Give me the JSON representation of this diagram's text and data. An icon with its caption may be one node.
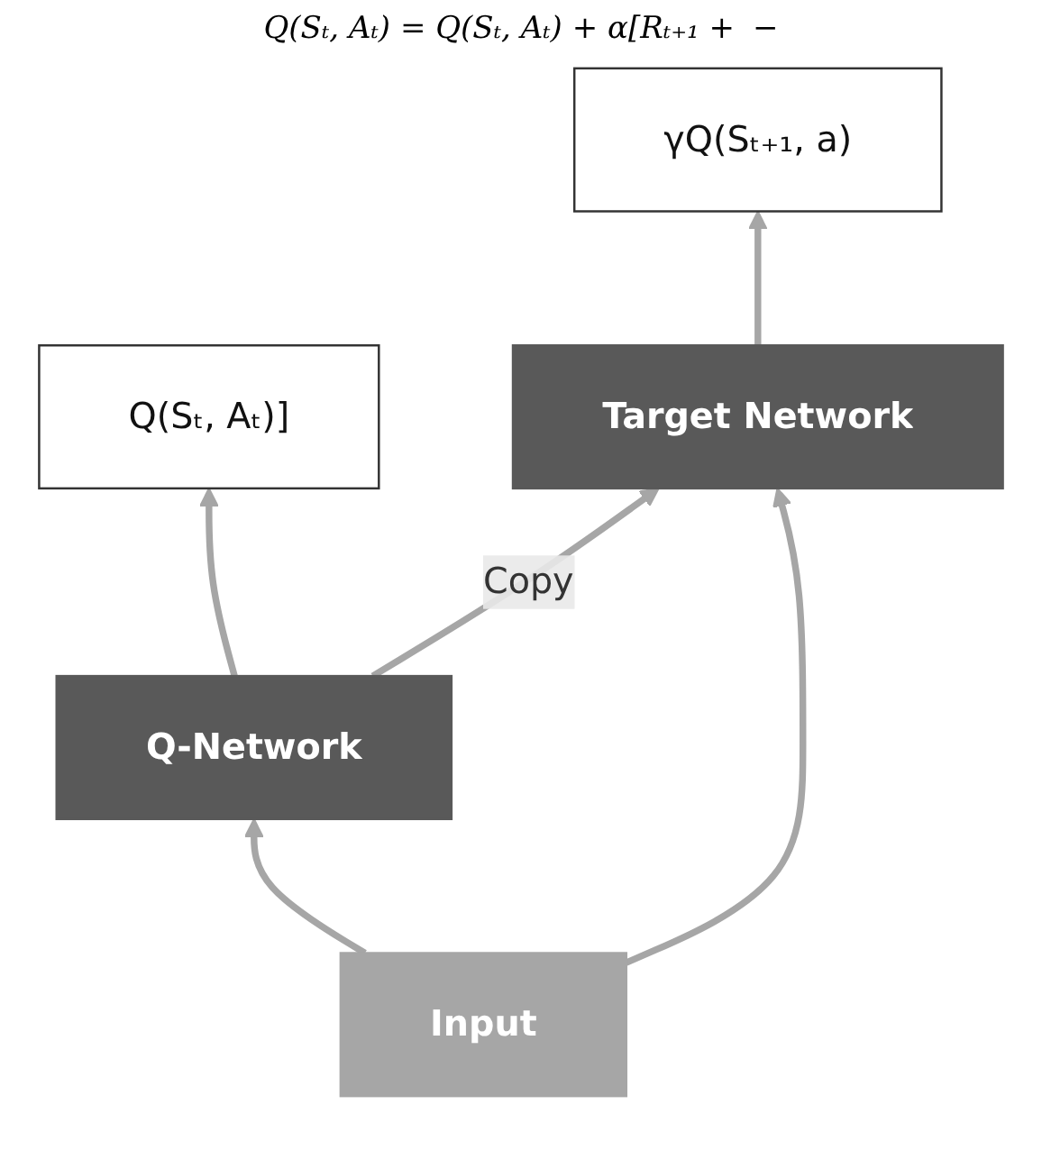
{
  "diagram": {
    "nodes": [
      {
        "text": [
          "γQ(Sₜ₊₁, a)"
        ]
      },
      {
        "text": [
          "Q(Sₜ, Aₜ)]"
        ]
      },
      {
        "text": [
          "Target Network"
        ]
      },
      {
        "text": [
          "Q-Network"
        ]
      },
      {
        "text": [
          "Input"
        ]
      }
    ],
    "edges": [
      {
        "from": 2,
        "to": 0,
        "arrow": "to"
      },
      {
        "from": 3,
        "to": 1,
        "arrow": "to"
      },
      {
        "from": 3,
        "to": 2,
        "arrow": "to",
        "label": "Copy"
      },
      {
        "from": 4,
        "to": 2,
        "arrow": "to"
      },
      {
        "from": 4,
        "to": 3,
        "arrow": "to"
      }
    ],
    "labels": [
      "Q(Sₜ, Aₜ) = Q(Sₜ, Aₜ) + α[Rₜ₊₁ +",
      "−"
    ]
  }
}
